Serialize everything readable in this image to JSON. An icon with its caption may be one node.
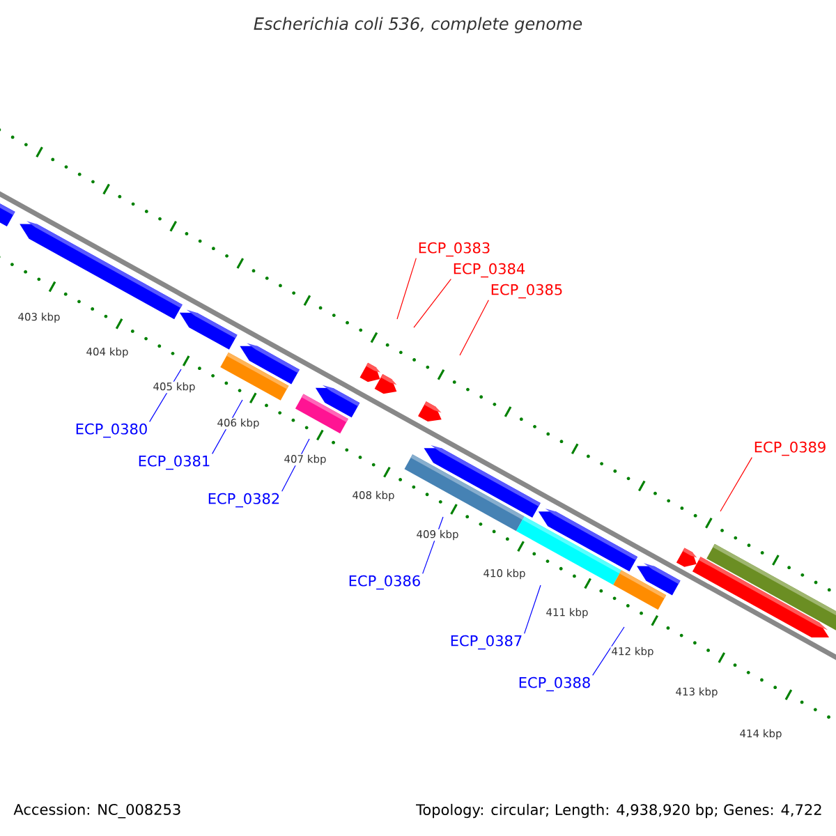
{
  "diagram": {
    "title": "Escherichia coli 536, complete genome",
    "nodes": [
      {
        "text": [
          "ECP_0380"
        ]
      },
      {
        "text": [
          "ECP_0381"
        ]
      },
      {
        "text": [
          "ECP_0382"
        ]
      },
      {
        "text": [
          "ECP_0383"
        ]
      },
      {
        "text": [
          "ECP_0384"
        ]
      },
      {
        "text": [
          "ECP_0385"
        ]
      },
      {
        "text": [
          "ECP_0386"
        ]
      },
      {
        "text": [
          "ECP_0387"
        ]
      },
      {
        "text": [
          "ECP_0388"
        ]
      },
      {
        "text": [
          "ECP_0389"
        ]
      }
    ],
    "edges": [
      {
        "from": 0,
        "to": null,
        "arrow": "none"
      },
      {
        "from": 1,
        "to": null,
        "arrow": "none"
      },
      {
        "from": 2,
        "to": null,
        "arrow": "none"
      },
      {
        "from": 3,
        "to": null,
        "arrow": "none",
        "color": "#ff0000"
      },
      {
        "from": 4,
        "to": null,
        "arrow": "none",
        "color": "#ff0000"
      },
      {
        "from": 5,
        "to": null,
        "arrow": "none",
        "color": "#ff0000"
      },
      {
        "from": 6,
        "to": null,
        "arrow": "none"
      },
      {
        "from": 7,
        "to": null,
        "arrow": "none"
      },
      {
        "from": 8,
        "to": null,
        "arrow": "none"
      },
      {
        "from": 9,
        "to": null,
        "arrow": "none",
        "color": "#ff0000"
      }
    ],
    "labels": [
      "403 kbp",
      "404 kbp",
      "405 kbp",
      "406 kbp",
      "407 kbp",
      "408 kbp",
      "409 kbp",
      "410 kbp",
      "411 kbp",
      "412 kbp",
      "413 kbp",
      "414 kbp",
      "Accession: NC_008253",
      "Topology: circular; Length: 4,938,920 bp; Genes: 4,722"
    ]
  }
}
